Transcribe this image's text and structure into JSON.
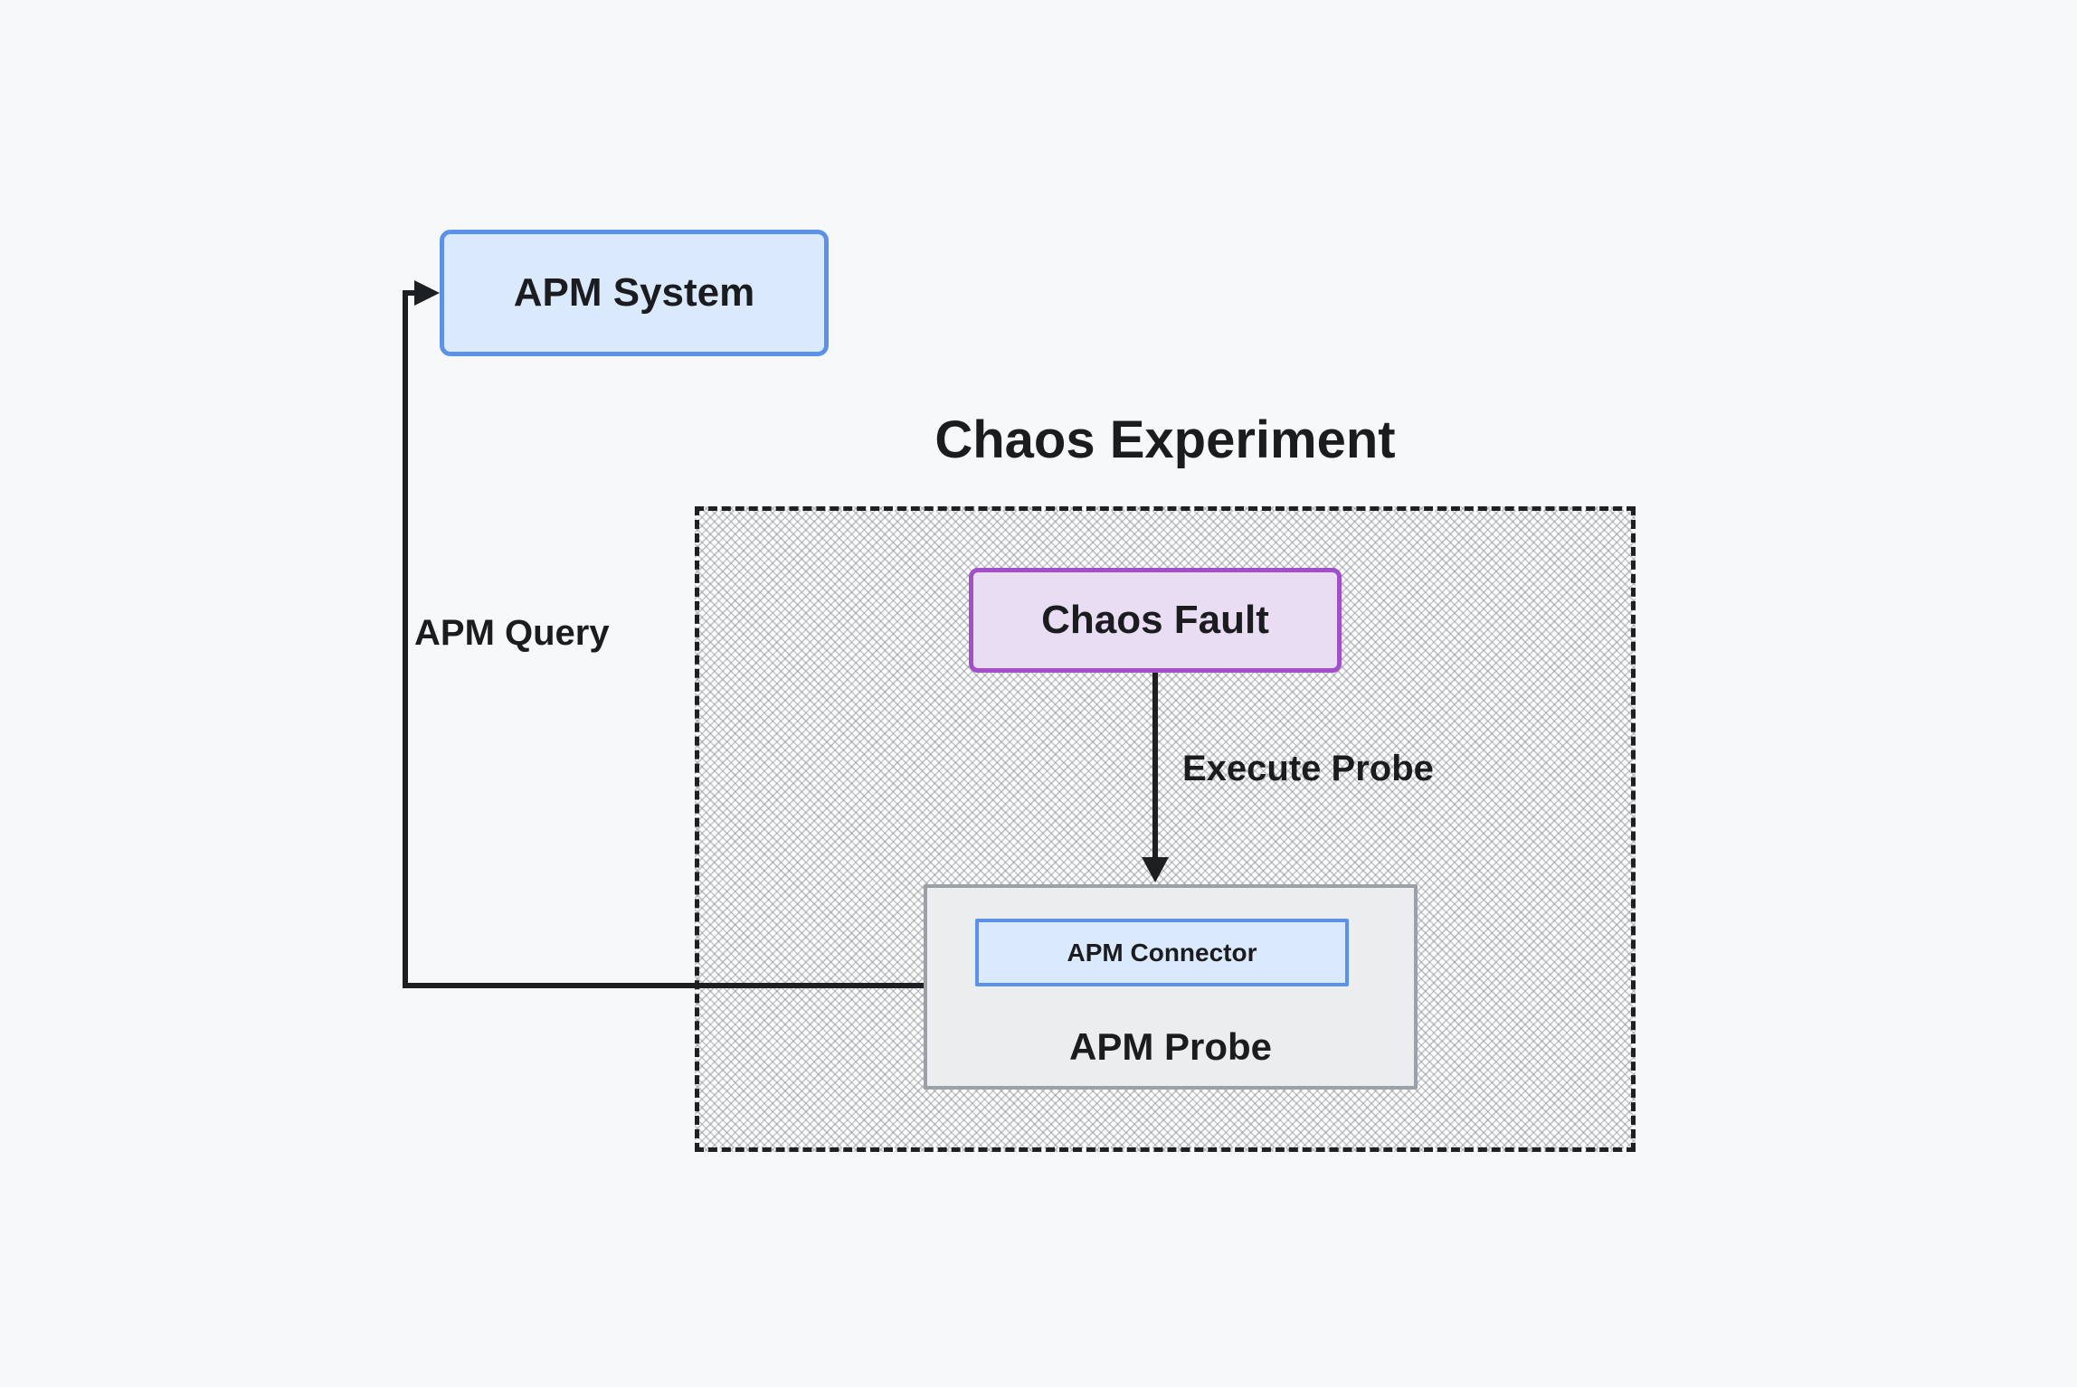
{
  "title": {
    "label": "Chaos Experiment"
  },
  "nodes": {
    "apm_system": {
      "label": "APM System",
      "fill": "#dbe9fc",
      "border": "#5b92e8"
    },
    "chaos_fault": {
      "label": "Chaos Fault",
      "fill": "#e9ddf3",
      "border": "#a44fca"
    },
    "apm_probe": {
      "label": "APM Probe",
      "fill": "#ebedef",
      "border": "#9aa1a8"
    },
    "apm_connector": {
      "label": "APM Connector",
      "fill": "#dbe9fc",
      "border": "#5b92e8"
    }
  },
  "edges": {
    "apm_query": {
      "label": "APM Query"
    },
    "execute_probe": {
      "label": "Execute Probe"
    }
  },
  "palette": {
    "page_background": "#f7f8fa",
    "line_color": "#1d2023",
    "text_color": "#1a1c1f",
    "dashed_border": "#1f2023",
    "hatch_line": "#8a8f94",
    "hatch_base": "#fdfdfd"
  }
}
